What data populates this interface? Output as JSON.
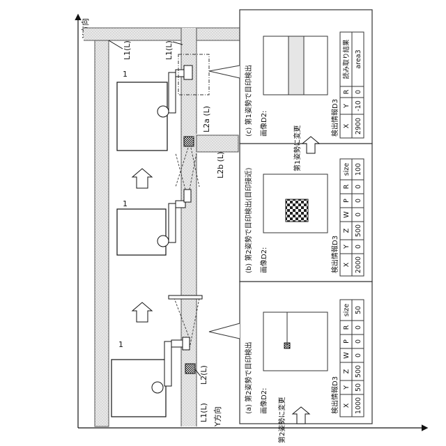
{
  "axes": {
    "x_axis_label": "X方向",
    "y_axis_label": "Y方向"
  },
  "robot_labels": {
    "robot_a": "1",
    "robot_b": "1",
    "robot_c": "1"
  },
  "line_labels": {
    "l1_top_left": "L1(L)",
    "l1_top_right": "L1(L)",
    "l1_bottom_left": "L1(L)",
    "l2_bottom": "L2(L)",
    "l2a_top": "L2a (L)",
    "l2b_top": "L2b (L)"
  },
  "panel_a": {
    "title": "(a) 第2姿勢で目印検出",
    "image_label": "画像D2:",
    "info_title": "検出情報D3",
    "headers": [
      "X",
      "Y",
      "Z",
      "W",
      "P",
      "R",
      "size"
    ],
    "values": [
      "1000",
      "50",
      "500",
      "0",
      "0",
      "0",
      "50"
    ]
  },
  "panel_b": {
    "title": "(b) 第2姿勢で目印検出(目印接近)",
    "image_label": "画像D2:",
    "info_title": "検出情報D3",
    "headers": [
      "X",
      "Y",
      "Z",
      "W",
      "P",
      "R",
      "size"
    ],
    "values": [
      "2000",
      "0",
      "500",
      "0",
      "0",
      "0",
      "100"
    ]
  },
  "panel_c": {
    "title": "(c) 第1姿勢で目印検出",
    "image_label": "画像D2:",
    "info_title": "検出情報D3",
    "headers": [
      "X",
      "Y",
      "R",
      "読み取り結果"
    ],
    "values": [
      "2900",
      "-10",
      "0",
      "area3"
    ]
  },
  "transitions": {
    "change_to_second": "第2姿勢に変更",
    "change_to_first": "第1姿勢に変更"
  },
  "colors": {
    "line_fill": "#e6e6e6",
    "line_stroke": "#555555",
    "frame": "#333333",
    "text": "#111111"
  }
}
